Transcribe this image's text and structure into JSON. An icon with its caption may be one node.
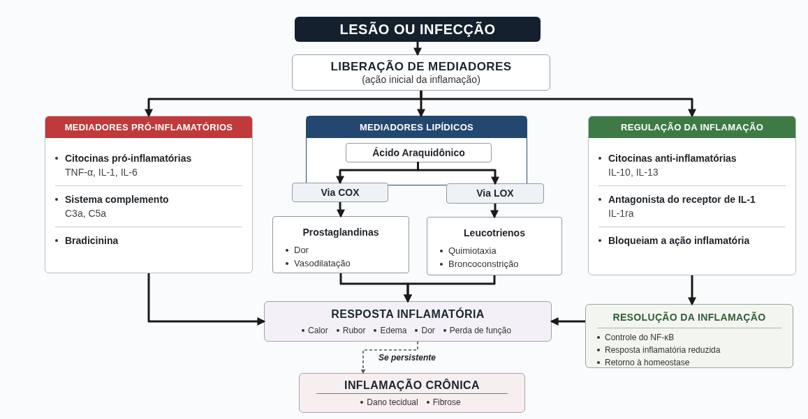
{
  "diagram": {
    "nodes": [
      {
        "text": [
          "LESÃO OU INFECÇÃO"
        ]
      },
      {
        "text": [
          "LIBERAÇÃO DE MEDIADORES",
          "(ação inicial da inflamação)"
        ]
      },
      {
        "text": [
          "MEDIADORES PRÓ-INFLAMATÓRIOS",
          "Citocinas pró-inflamatórias",
          "TNF-α, IL-1, IL-6",
          "Sistema complemento",
          "C3a, C5a",
          "Bradicinina"
        ]
      },
      {
        "text": [
          "MEDIADORES LIPÍDICOS"
        ]
      },
      {
        "text": [
          "Ácido Araquidônico"
        ],
        "in": 3
      },
      {
        "text": [
          "Via COX"
        ]
      },
      {
        "text": [
          "Via LOX"
        ]
      },
      {
        "text": [
          "Prostaglandinas",
          "Dor",
          "Vasodilatação"
        ]
      },
      {
        "text": [
          "Leucotrienos",
          "Quimiotaxia",
          "Broncoconstrição"
        ]
      },
      {
        "text": [
          "REGULAÇÃO DA INFLAMAÇÃO",
          "Citocinas anti-inflamatórias",
          "IL-10, IL-13",
          "Antagonista do receptor de IL-1",
          "IL-1ra",
          "Bloqueiam a ação inflamatória"
        ]
      },
      {
        "text": [
          "RESPOSTA INFLAMATÓRIA",
          "Calor",
          "Rubor",
          "Edema",
          "Dor",
          "Perda de função"
        ]
      },
      {
        "text": [
          "RESOLUÇÃO DA INFLAMAÇÃO",
          "Controle do NF-κB",
          "Resposta inflamatória reduzida",
          "Retorno à homeostase"
        ]
      },
      {
        "text": [
          "INFLAMAÇÃO CRÔNICA",
          "Dano tecidual",
          "Fibrose"
        ]
      }
    ],
    "edges": [
      {
        "from": 0,
        "to": 1,
        "arrow": "to"
      },
      {
        "from": 1,
        "to": 2,
        "arrow": "to"
      },
      {
        "from": 1,
        "to": 3,
        "arrow": "to"
      },
      {
        "from": 1,
        "to": 9,
        "arrow": "to"
      },
      {
        "from": 4,
        "to": 5,
        "arrow": "to"
      },
      {
        "from": 4,
        "to": 6,
        "arrow": "to"
      },
      {
        "from": 5,
        "to": 7,
        "arrow": "to"
      },
      {
        "from": 6,
        "to": 8,
        "arrow": "to"
      },
      {
        "from": 7,
        "to": 10,
        "arrow": "to"
      },
      {
        "from": 8,
        "to": 10,
        "arrow": "to"
      },
      {
        "from": 2,
        "to": 10,
        "arrow": "to"
      },
      {
        "from": 9,
        "to": 11,
        "arrow": "to"
      },
      {
        "from": 11,
        "to": 10,
        "arrow": "to"
      },
      {
        "from": 10,
        "to": 12,
        "arrow": "to",
        "label": "Se persistente",
        "style": "dashed"
      }
    ]
  }
}
